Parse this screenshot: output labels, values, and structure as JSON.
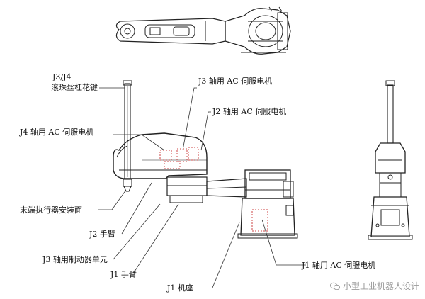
{
  "labels": {
    "j3j4_a": "J3/J4",
    "j3j4_b": "滚珠丝杠花键",
    "j4_motor": "J4 轴用 AC 伺服电机",
    "j3_motor": "J3 轴用 AC 伺服电机",
    "j2_motor": "J2 轴用 AC 伺服电机",
    "end_effector": "末端执行器安装面",
    "j2_arm": "J2 手臂",
    "j3_brake": "J3 轴用制动器单元",
    "j1_arm": "J1 手臂",
    "j1_base": "J1 机座",
    "j1_motor": "J1 轴用 AC 伺服电机"
  },
  "watermark": "小型工业机器人设计",
  "icons": [
    "wechat-icon"
  ]
}
